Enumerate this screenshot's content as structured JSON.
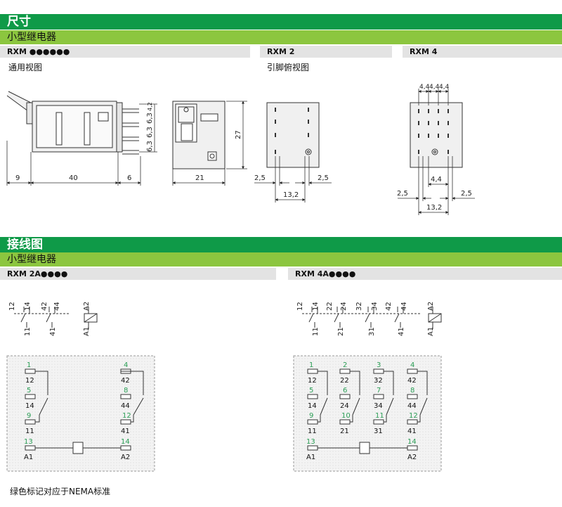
{
  "section1": {
    "title": "尺寸",
    "subtitle": "小型继电器"
  },
  "labels1": {
    "a": "RXM ●●●●●●",
    "b": "RXM 2",
    "c": "RXM 4"
  },
  "captions1": {
    "a": "通用视图",
    "b": "引脚俯视图"
  },
  "dims": {
    "d9": "9",
    "d40": "40",
    "d6": "6",
    "d21": "21",
    "d27": "27",
    "p63a": "6,3",
    "p63b": "6,3",
    "p63c": "6,3",
    "p42": "4,2",
    "d25a": "2,5",
    "d25b": "2,5",
    "d132a": "13,2",
    "d44top1": "4,4",
    "d44top2": "4,4",
    "d44top3": "4,4",
    "d44mid": "4,4",
    "d25c": "2,5",
    "d25d": "2,5",
    "d132b": "13,2"
  },
  "section2": {
    "title": "接线图",
    "subtitle": "小型继电器"
  },
  "labels2": {
    "a": "RXM 2A●●●●",
    "b": "RXM 4A●●●●"
  },
  "wiring2": {
    "c12": "12",
    "c14": "14",
    "c42": "42",
    "c44": "44",
    "a2": "A2",
    "c11": "11",
    "c41": "41",
    "a1": "A1"
  },
  "wiring4": {
    "c12": "12",
    "c14": "14",
    "c22": "22",
    "c24": "24",
    "c32": "32",
    "c34": "34",
    "c42": "42",
    "c44": "44",
    "a2": "A2",
    "c11": "11",
    "c21": "21",
    "c31": "31",
    "c41": "41",
    "a1": "A1"
  },
  "pins2": {
    "g1": "1",
    "k12": "12",
    "g5": "5",
    "k14": "14",
    "g9": "9",
    "k11": "11",
    "g13": "13",
    "kA1": "A1",
    "g4": "4",
    "k42": "42",
    "g8": "8",
    "k44": "44",
    "g12": "12",
    "k41": "41",
    "g14": "14",
    "kA2": "A2"
  },
  "pins4": {
    "g1": "1",
    "k12": "12",
    "g5": "5",
    "k14": "14",
    "g9": "9",
    "k11": "11",
    "g2": "2",
    "k22": "22",
    "g6": "6",
    "k24": "24",
    "g10": "10",
    "k21": "21",
    "g3": "3",
    "k32": "32",
    "g7": "7",
    "k34": "34",
    "g11": "11",
    "k31": "31",
    "g4": "4",
    "k42": "42",
    "g8": "8",
    "k44": "44",
    "g12": "12",
    "k41": "41",
    "g13": "13",
    "kA1": "A1",
    "g14": "14",
    "kA2": "A2"
  },
  "footnote": "绿色标记对应于NEMA标准",
  "colors": {
    "green_dark": "#0f9a48",
    "green_light": "#8cc63f",
    "nema_green": "#2a9d55"
  }
}
